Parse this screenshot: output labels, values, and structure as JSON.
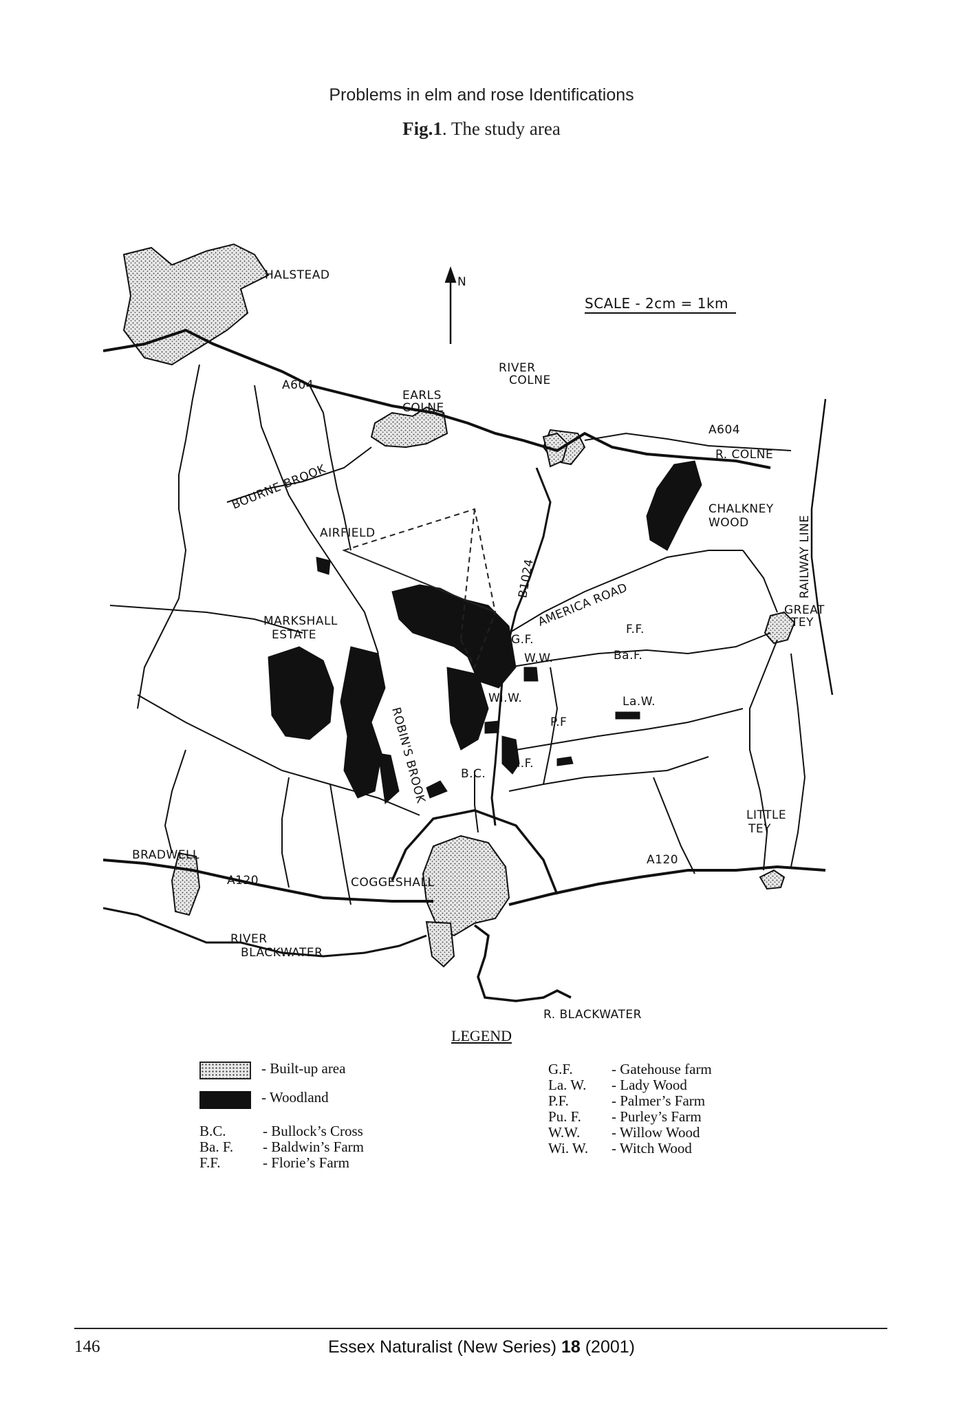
{
  "header": {
    "running_head": "Problems in elm and rose Identifications",
    "figure_label": "Fig.1",
    "figure_caption": ". The study area"
  },
  "map": {
    "north_label": "N",
    "scale": "SCALE - 2cm = 1km",
    "places": {
      "halstead": "HALSTEAD",
      "a604_west": "A604",
      "river_colne": [
        "RIVER",
        "COLNE"
      ],
      "earls_colne": [
        "EARLS",
        "COLNE"
      ],
      "a604_east": "A604",
      "r_colne": "R. COLNE",
      "bourne_brook": "BOURNE BROOK",
      "chalkney_wood": [
        "CHALKNEY",
        "WOOD"
      ],
      "airfield": "AIRFIELD",
      "b1024": "B1024",
      "america_road": "AMERICA ROAD",
      "railway_line": "RAILWAY LINE",
      "markshall_estate": [
        "MARKSHALL",
        "ESTATE"
      ],
      "gf": "G.F.",
      "ff": "F.F.",
      "great_tey": [
        "GREAT",
        "TEY"
      ],
      "ww": "W.W.",
      "baf": "Ba.F.",
      "wiw": "Wi.W.",
      "law": "La.W.",
      "pf": "P.F",
      "robins_brook": "ROBIN'S BROOK",
      "puf": "Pu.F.",
      "bc": "B.C.",
      "little_tey": [
        "LITTLE",
        "TEY"
      ],
      "bradwell": "BRADWELL",
      "a120_east": "A120",
      "a120_west": "A120",
      "coggeshall": "COGGESHALL",
      "river_blackwater": [
        "RIVER",
        "BLACKWATER"
      ],
      "r_blackwater": "R. BLACKWATER"
    }
  },
  "legend": {
    "title": "LEGEND",
    "built_up": "- Built-up area",
    "woodland": "- Woodland",
    "left_abbr": [
      {
        "code": "B.C.",
        "desc": "- Bullock’s Cross"
      },
      {
        "code": "Ba. F.",
        "desc": "- Baldwin’s Farm"
      },
      {
        "code": "F.F.",
        "desc": "- Florie’s Farm"
      }
    ],
    "right_abbr": [
      {
        "code": "G.F.",
        "desc": "- Gatehouse farm"
      },
      {
        "code": "La. W.",
        "desc": "- Lady Wood"
      },
      {
        "code": "P.F.",
        "desc": "- Palmer’s Farm"
      },
      {
        "code": "Pu. F.",
        "desc": "- Purley’s Farm"
      },
      {
        "code": "W.W.",
        "desc": "- Willow Wood"
      },
      {
        "code": "Wi. W.",
        "desc": "- Witch Wood"
      }
    ]
  },
  "footer": {
    "page_number": "146",
    "journal": "Essex Naturalist (New Series) ",
    "volume": "18",
    "year": " (2001)"
  }
}
